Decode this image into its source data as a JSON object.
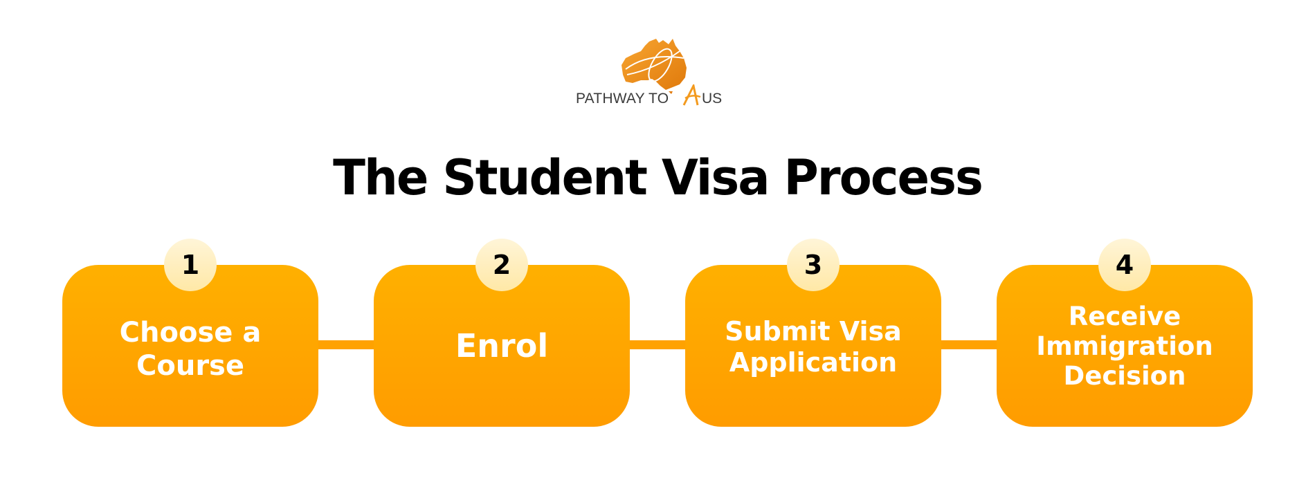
{
  "logo": {
    "text_left": "PATHWAY TO",
    "text_right": "US",
    "brand_color": "#F39A1E",
    "icon": "australia-map-icon"
  },
  "title": "The Student Visa Process",
  "colors": {
    "box_top": "#FFB000",
    "box_bottom": "#FF9C00",
    "badge_top": "#FFF5D8",
    "badge_bottom": "#FFE8A6",
    "connector": "#FFA200",
    "title": "#000000"
  },
  "steps": [
    {
      "number": "1",
      "label": "Choose a\nCourse"
    },
    {
      "number": "2",
      "label": "Enrol"
    },
    {
      "number": "3",
      "label": "Submit Visa\nApplication"
    },
    {
      "number": "4",
      "label": "Receive\nImmigration\nDecision"
    }
  ]
}
